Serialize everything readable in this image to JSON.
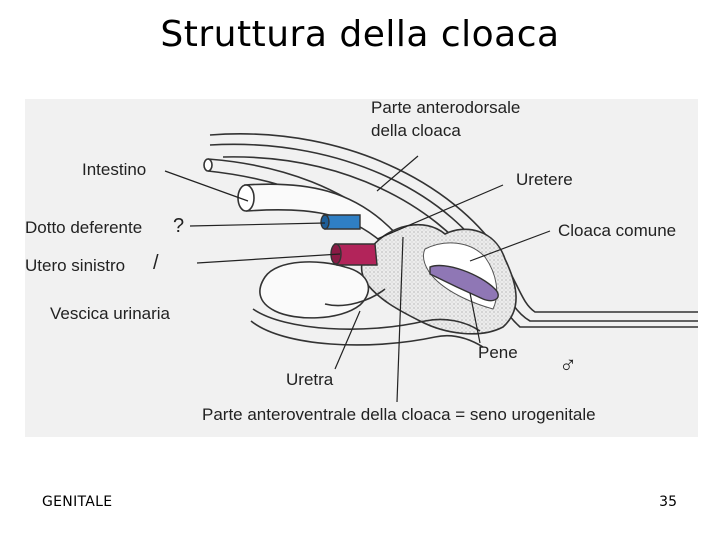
{
  "slide": {
    "title": "Struttura della cloaca",
    "footer_left": "GENITALE",
    "page_number": "35"
  },
  "diagram": {
    "labels": {
      "parte_anterodorsale_l1": "Parte anterodorsale",
      "parte_anterodorsale_l2": "della cloaca",
      "intestino": "Intestino",
      "uretere": "Uretere",
      "dotto_deferente": "Dotto deferente",
      "cloaca_comune": "Cloaca comune",
      "utero_sinistro": "Utero sinistro",
      "vescica_urinaria": "Vescica urinaria",
      "pene": "Pene",
      "uretra": "Uretra",
      "parte_anteroventrale": "Parte anteroventrale della cloaca = seno urogenitale"
    },
    "annotations": {
      "question_mark": "?",
      "slash": "/",
      "male_symbol": "♂"
    },
    "colors": {
      "background": "#f1f1f1",
      "outline": "#333333",
      "dotto_deferente_fill": "#2f7fc4",
      "utero_fill": "#b2245a",
      "pene_fill": "#8f77b5"
    }
  }
}
